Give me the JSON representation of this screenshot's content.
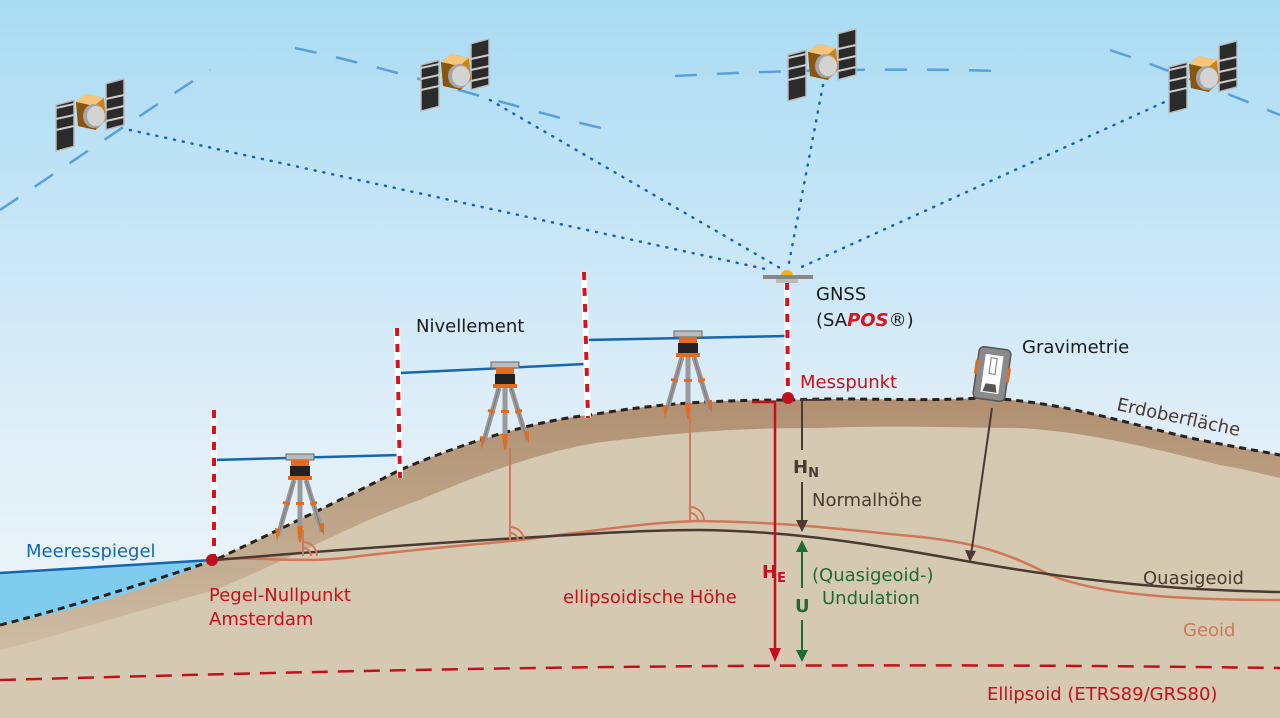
{
  "diagram": {
    "title": "Höhenbezugsflächen: Nivellement, GNSS und Gravimetrie",
    "colors": {
      "sky_top": "#a9dbf3",
      "sky_bottom": "#f3f7fa",
      "ground": "#d6c9b1",
      "ground_edge": "#b89c7e",
      "sea": "#7fccef",
      "sea_line": "#1565b0",
      "red": "#c2111c",
      "brown": "#4a3a32",
      "green": "#1e6b34",
      "geoid": "#d0785a",
      "orbit": "#5a9fd6",
      "signal": "#1565b0"
    },
    "methods": {
      "levelling": "Nivellement",
      "gnss_line1": "GNSS",
      "gnss_line2_prefix": "(SA",
      "gnss_line2_brand": "POS",
      "gnss_line2_suffix": "®)",
      "gravimetry": "Gravimetrie"
    },
    "points": {
      "measuring_point": "Messpunkt",
      "tide_gauge_line1": "Pegel-Nullpunkt",
      "tide_gauge_line2": "Amsterdam"
    },
    "surfaces": {
      "sea_level": "Meeresspiegel",
      "earth_surface": "Erdoberfläche",
      "quasigeoid": "Quasigeoid",
      "geoid": "Geoid",
      "ellipsoid": "Ellipsoid (ETRS89/GRS80)"
    },
    "heights": {
      "normal_height_symbol": "H",
      "normal_height_sub": "N",
      "normal_height_label": "Normalhöhe",
      "ellipsoidal_height_symbol": "H",
      "ellipsoidal_height_sub": "E",
      "ellipsoidal_height_label": "ellipsoidische Höhe",
      "undulation_symbol": "U",
      "undulation_label_line1": "(Quasigeoid-)",
      "undulation_label_line2": "Undulation"
    },
    "icons": {
      "satellites": [
        "satellite-icon",
        "satellite-icon",
        "satellite-icon",
        "satellite-icon"
      ],
      "tripods": [
        "level-tripod-icon",
        "level-tripod-icon",
        "level-tripod-icon"
      ],
      "gnss_antenna": "gnss-antenna-icon",
      "gravimeter": "gravimeter-icon"
    }
  }
}
